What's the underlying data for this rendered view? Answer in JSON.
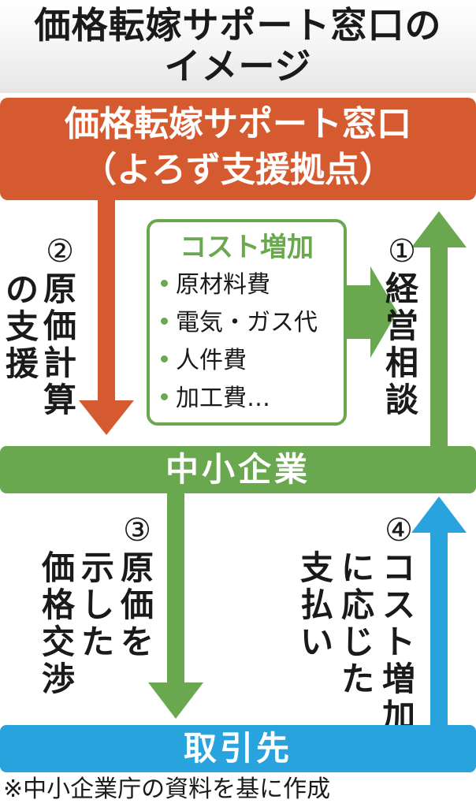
{
  "title": {
    "line1": "価格転嫁サポート窓口の",
    "line2": "イメージ"
  },
  "support_desk": {
    "line1": "価格転嫁サポート窓口",
    "line2": "（よろず支援拠点）"
  },
  "cost_box": {
    "title": "コスト増加",
    "items": [
      "原材料費",
      "電気・ガス代",
      "人件費",
      "加工費…"
    ]
  },
  "sme_label": "中小企業",
  "partner_label": "取引先",
  "step1": {
    "num": "①",
    "text": "経営相談"
  },
  "step2": {
    "num": "②",
    "col1": "原価計算",
    "col2": "の支援"
  },
  "step3": {
    "num": "③",
    "col1": "原価を",
    "col2": "示した",
    "col3": "価格交渉"
  },
  "step4": {
    "num": "④",
    "col1": "コスト増加",
    "col2": "に応じた",
    "col3": "支払い"
  },
  "source_note": "※中小企業庁の資料を基に作成",
  "colors": {
    "red": "#d65a2f",
    "green": "#6aa84f",
    "blue": "#29a3de"
  }
}
